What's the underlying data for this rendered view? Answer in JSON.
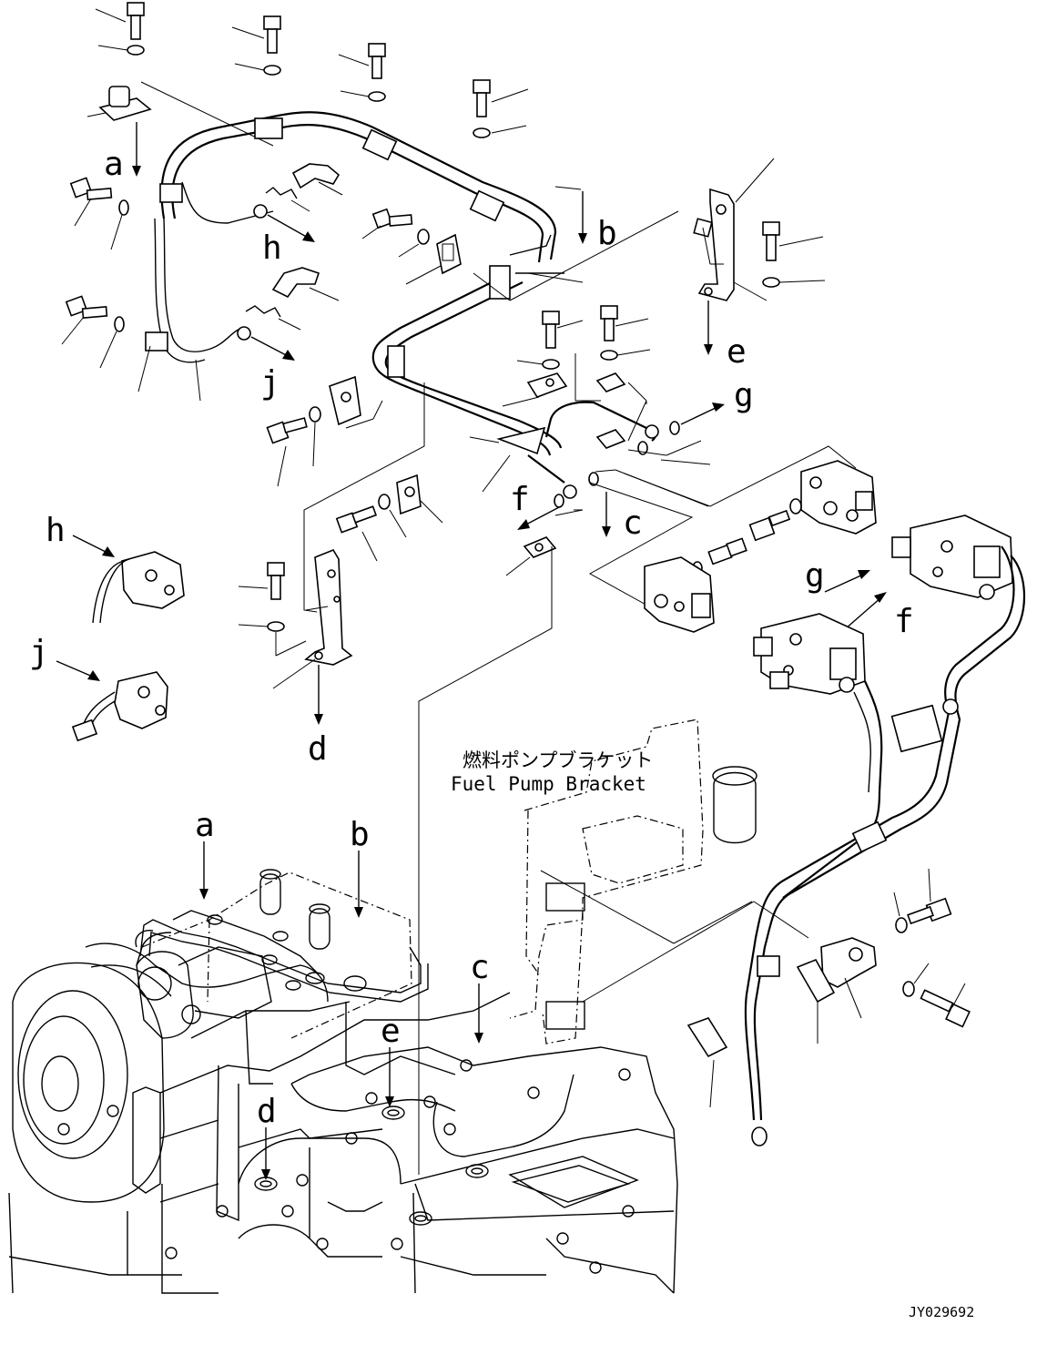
{
  "diagram": {
    "caption_jp": "燃料ポンプブラケット",
    "caption_en": "Fuel Pump Bracket",
    "figure_id": "JY029692",
    "callouts": {
      "a_top": "a",
      "b_top": "b",
      "e_top": "e",
      "g_top": "g",
      "h_top": "h",
      "j_top": "j",
      "f_mid": "f",
      "c_mid": "c",
      "d_mid": "d",
      "h_left": "h",
      "j_left": "j",
      "g_right": "g",
      "f_right": "f",
      "a_bot": "a",
      "b_bot": "b",
      "c_bot": "c",
      "e_bot": "e",
      "d_bot": "d"
    }
  }
}
